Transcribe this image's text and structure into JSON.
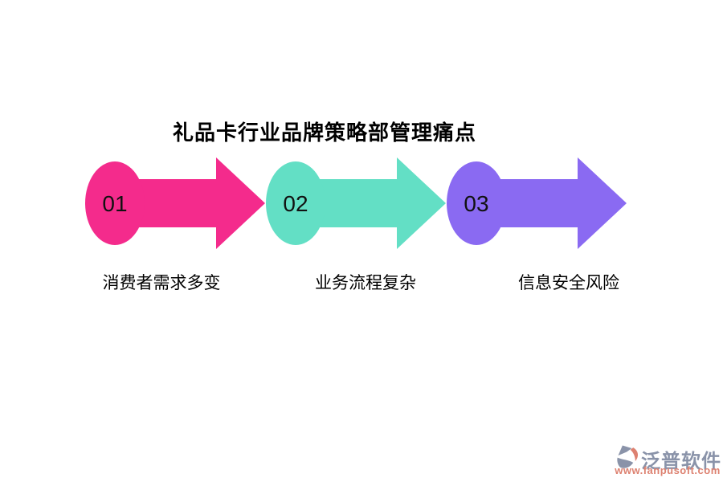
{
  "page": {
    "background": "#ffffff"
  },
  "title": {
    "text": "礼品卡行业品牌策略部管理痛点",
    "color": "#000000"
  },
  "steps": [
    {
      "number": "01",
      "label": "消费者需求多变",
      "color": "#f42b8c"
    },
    {
      "number": "02",
      "label": "业务流程复杂",
      "color": "#63dfc5"
    },
    {
      "number": "03",
      "label": "信息安全风险",
      "color": "#8a6af2"
    }
  ],
  "watermark": {
    "brand": "泛普软件",
    "url": "www.fanpusoft.com",
    "brand_color": "#8a93a9",
    "url_color": "#dd8170",
    "logo_icon": "fanpu-logo"
  }
}
